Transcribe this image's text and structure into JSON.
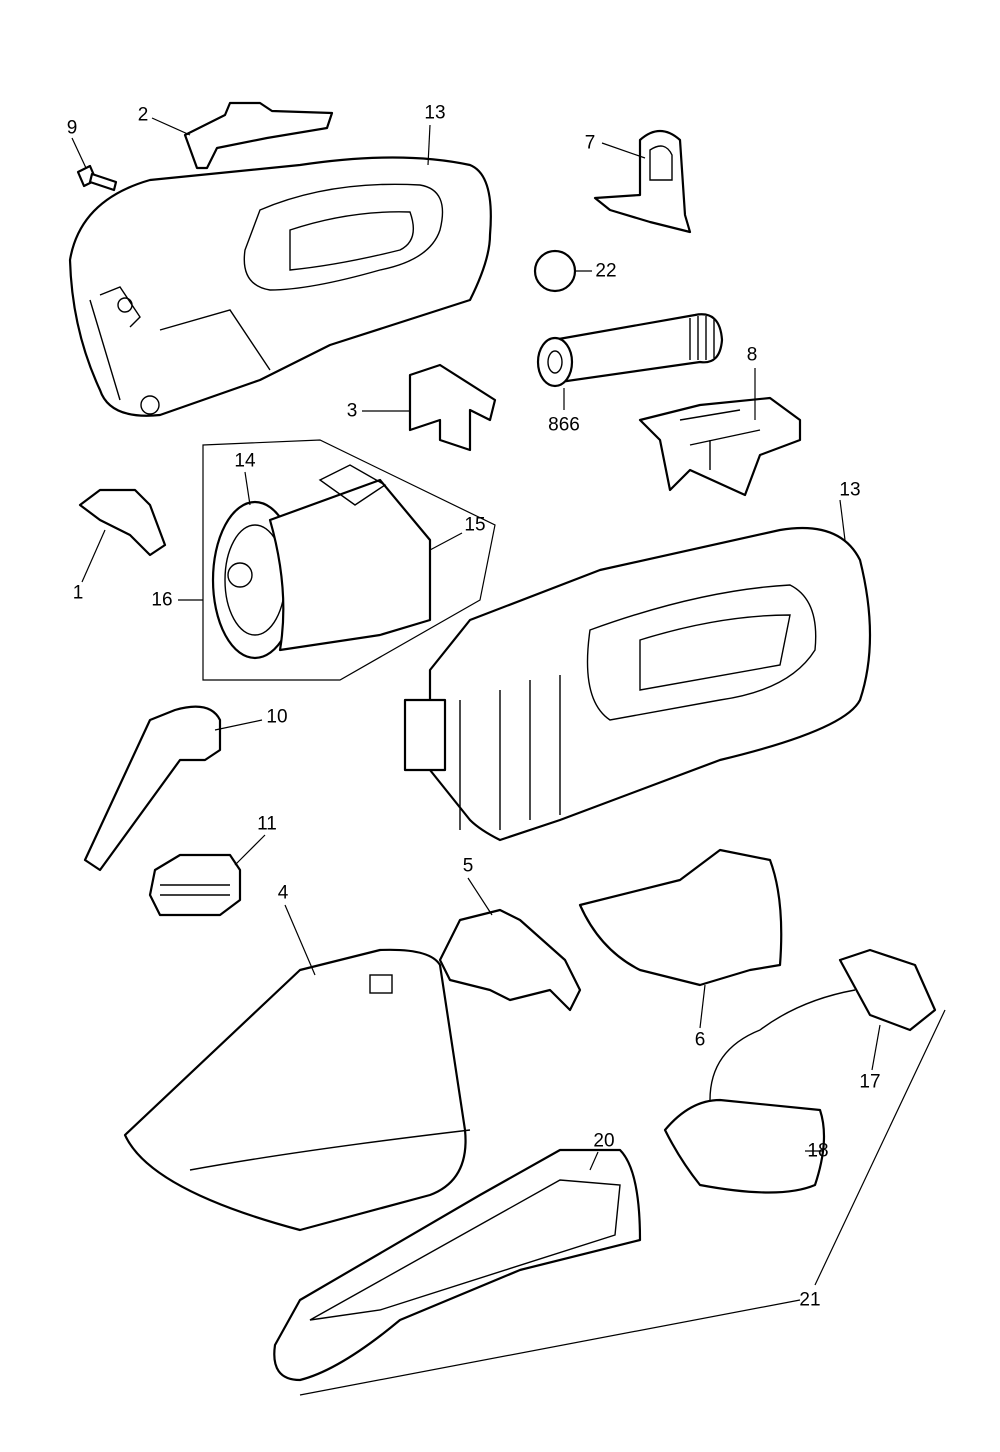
{
  "diagram": {
    "type": "exploded-parts-diagram",
    "labels": {
      "p9": "9",
      "p2": "2",
      "p13a": "13",
      "p7": "7",
      "p22": "22",
      "p866": "866",
      "p8": "8",
      "p3": "3",
      "p14": "14",
      "p15": "15",
      "p1": "1",
      "p16": "16",
      "p13b": "13",
      "p10": "10",
      "p11": "11",
      "p5": "5",
      "p4": "4",
      "p6": "6",
      "p17": "17",
      "p18": "18",
      "p20": "20",
      "p21": "21"
    }
  }
}
